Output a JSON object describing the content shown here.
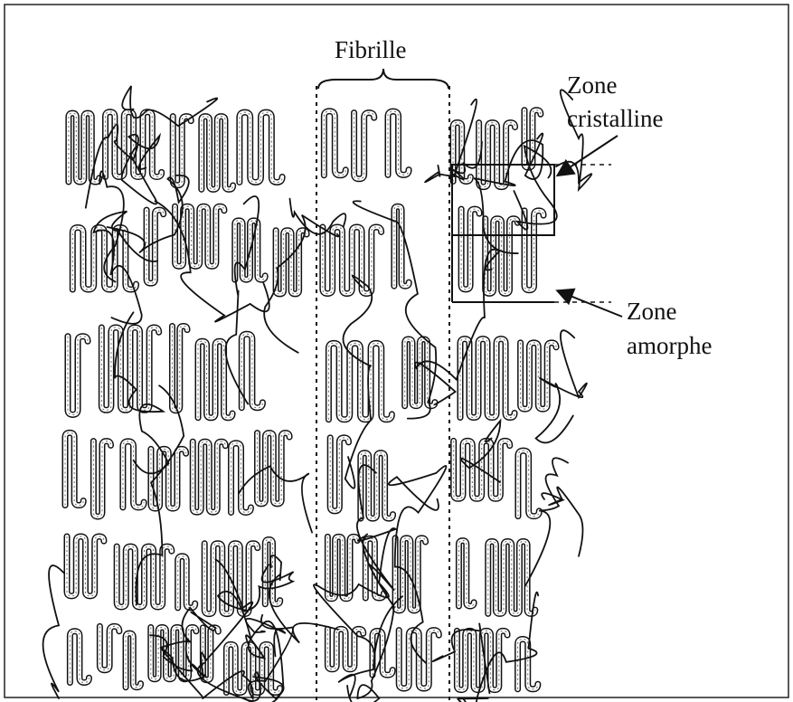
{
  "labels": {
    "fibrille": "Fibrille",
    "zone_cristalline_1": "Zone",
    "zone_cristalline_2": "cristalline",
    "zone_amorphe_1": "Zone",
    "zone_amorphe_2": "amorphe"
  },
  "colors": {
    "ink": "#111111",
    "chain_fill": "#ffffff",
    "frame": "#222222",
    "background": "#ffffff"
  },
  "icons": {
    "fold": "chain-fold-icon",
    "tie": "tie-molecule-icon"
  }
}
